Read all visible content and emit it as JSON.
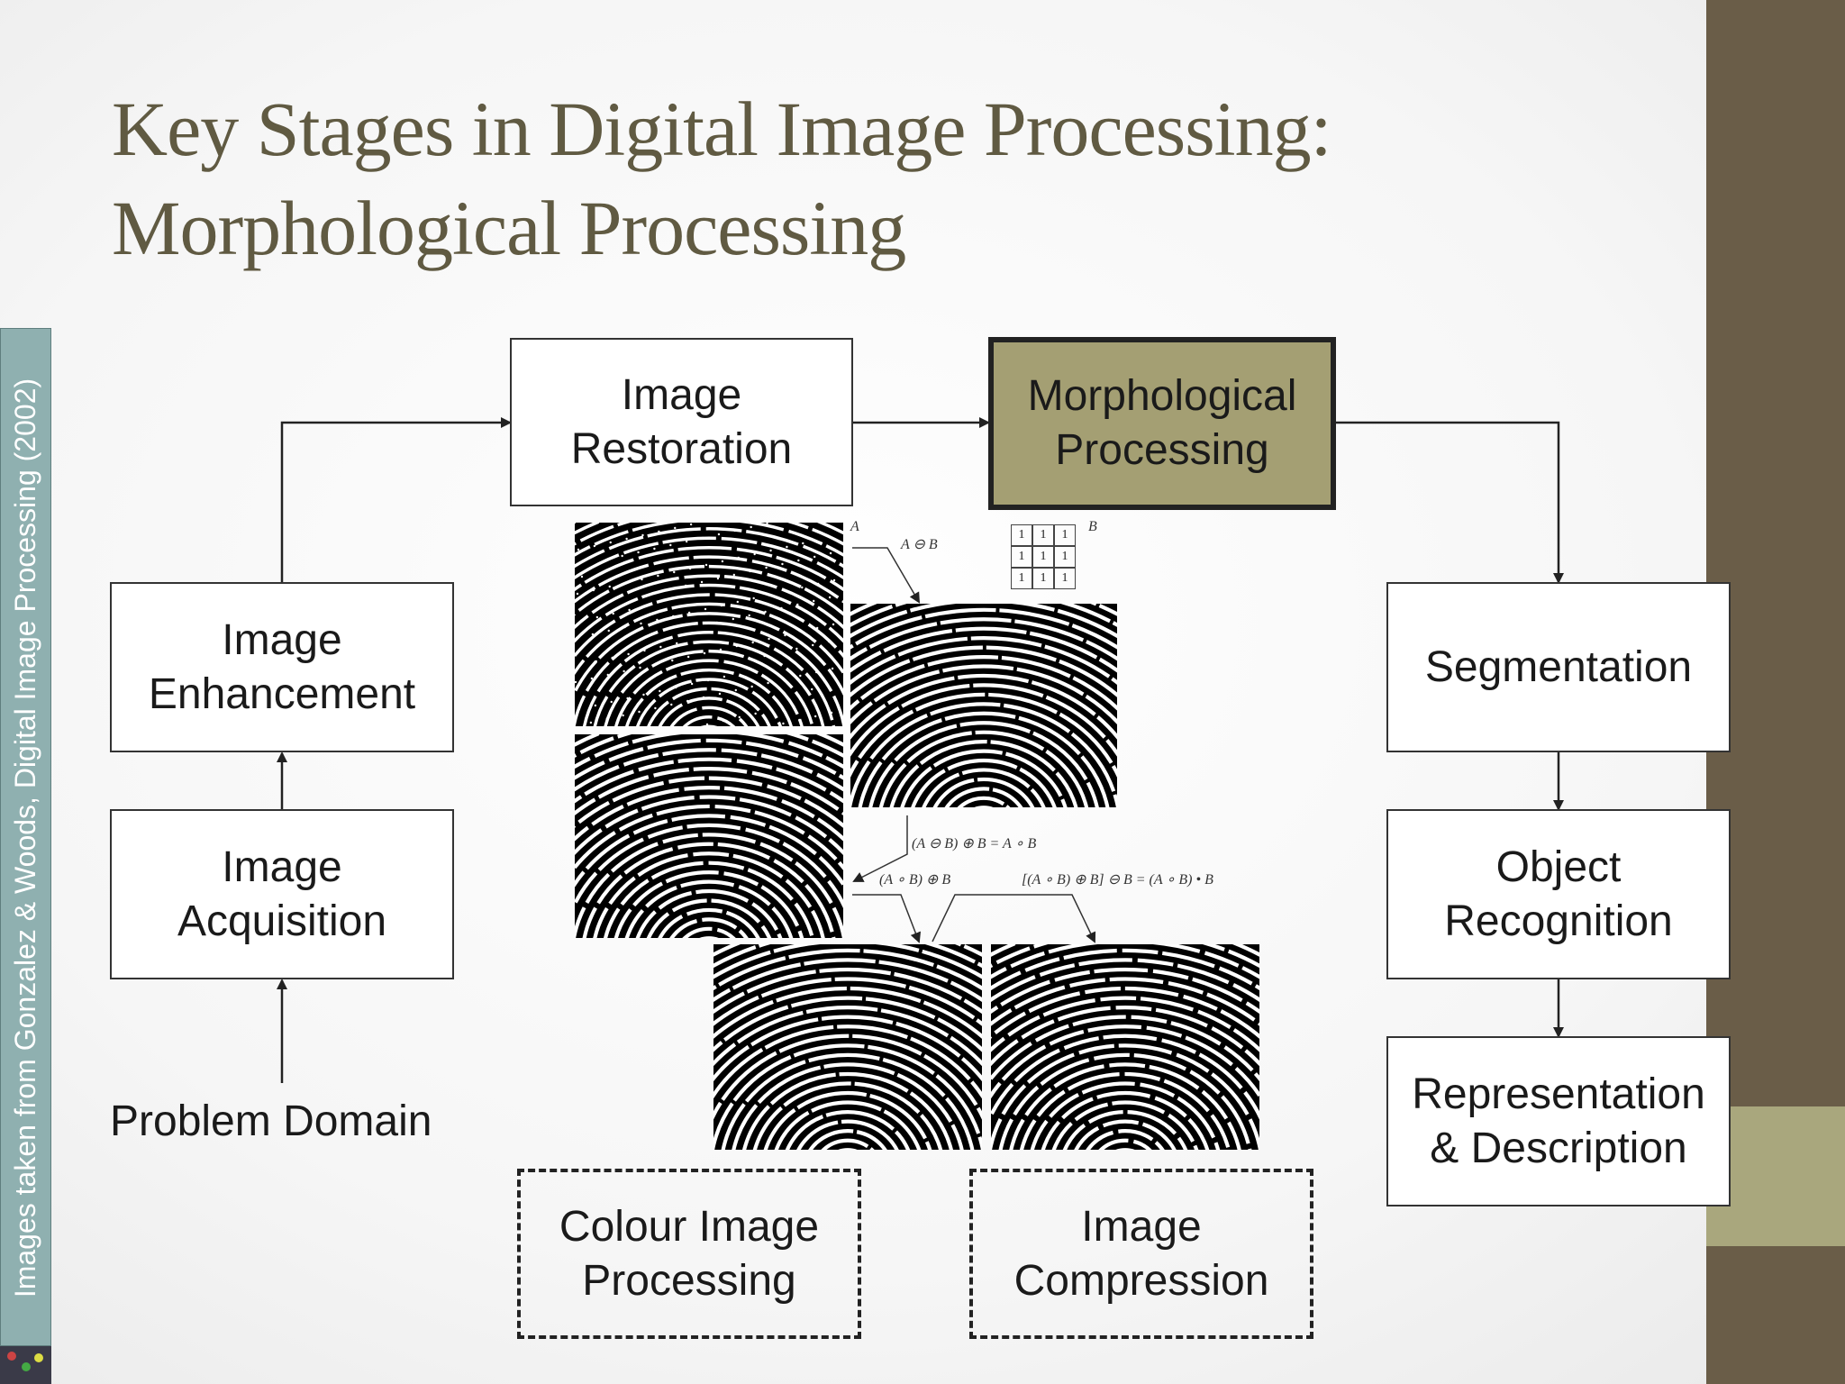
{
  "title": {
    "line1": "Key Stages in Digital Image Processing:",
    "line2": "Morphological Processing"
  },
  "side_caption": "Images taken from Gonzalez & Woods, Digital Image Processing (2002)",
  "stages": {
    "restoration": "Image\nRestoration",
    "morphological": "Morphological\nProcessing",
    "enhancement": "Image\nEnhancement",
    "acquisition": "Image\nAcquisition",
    "problem_domain": "Problem Domain",
    "segmentation": "Segmentation",
    "object_recognition": "Object\nRecognition",
    "representation": "Representation\n& Description",
    "colour": "Colour Image\nProcessing",
    "compression": "Image\nCompression"
  },
  "figure": {
    "label_a": "A",
    "label_b": "B",
    "label_erosion": "A ⊖ B",
    "label_opening": "(A ⊖ B) ⊕ B = A ∘ B",
    "label_open_dilate": "(A ∘ B) ⊕ B",
    "label_closing": "[(A ∘ B) ⊕ B] ⊖ B = (A ∘ B) • B",
    "structuring_element": [
      "1",
      "1",
      "1",
      "1",
      "1",
      "1",
      "1",
      "1",
      "1"
    ]
  },
  "colors": {
    "title": "#605a42",
    "highlight_box": "#a49f73",
    "right_band": "#6a5d48",
    "right_accent": "#a9a77d",
    "side_strip": "#8fb0b0"
  }
}
